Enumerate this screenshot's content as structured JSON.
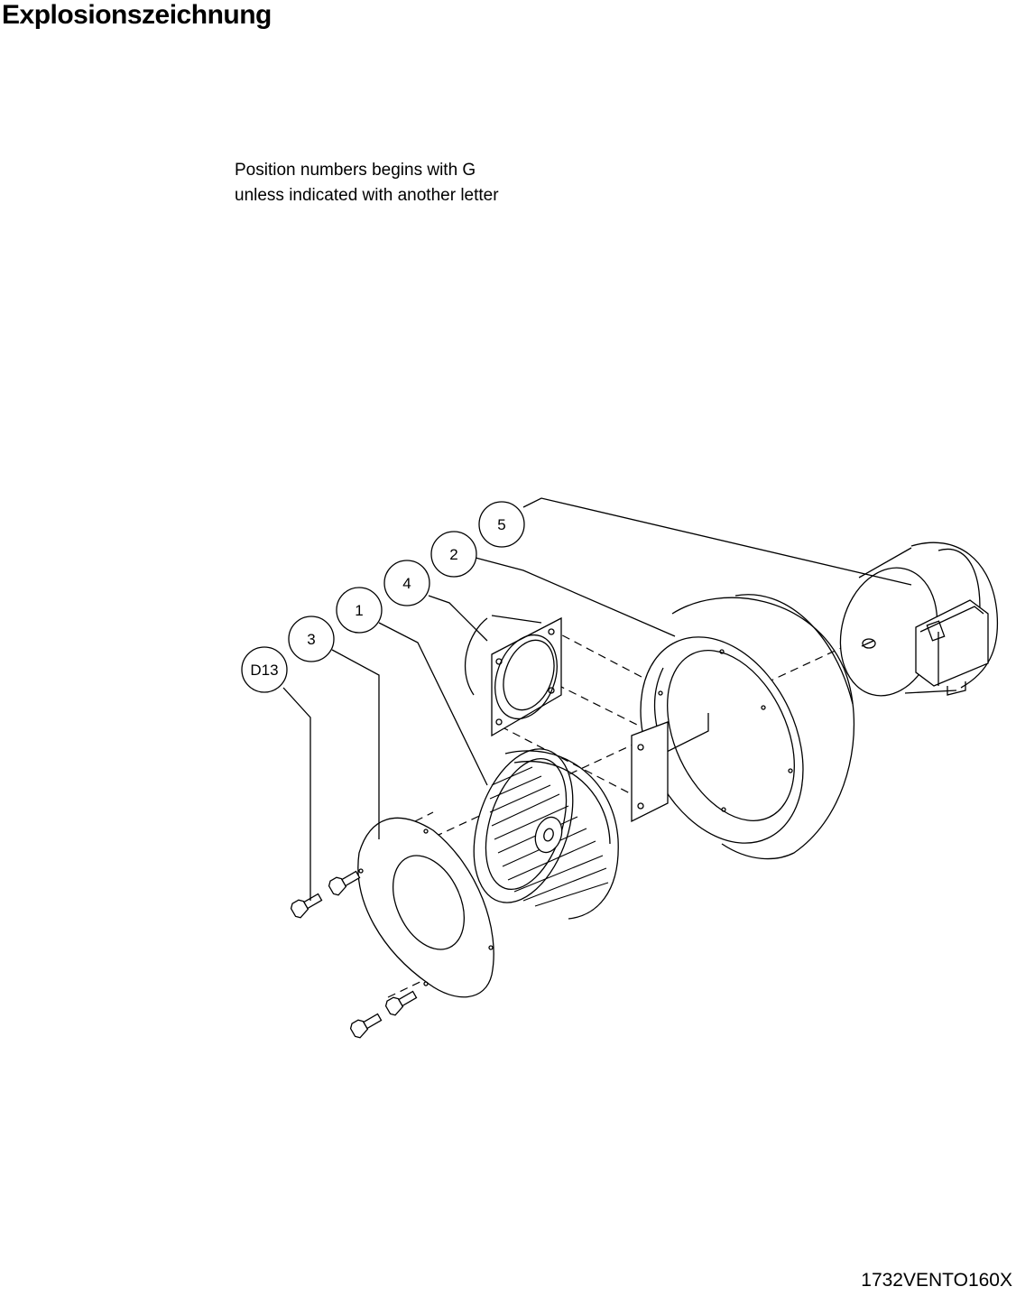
{
  "page": {
    "title": "Explosionszeichnung",
    "note_lines": [
      "Position numbers begins with G",
      "unless indicated with another letter"
    ],
    "document_id": "1732VENTO160X"
  },
  "diagram": {
    "callouts": [
      {
        "id": "5",
        "part": "motor"
      },
      {
        "id": "2",
        "part": "fan-housing"
      },
      {
        "id": "4",
        "part": "inlet-plate"
      },
      {
        "id": "1",
        "part": "impeller"
      },
      {
        "id": "3",
        "part": "cover-ring"
      },
      {
        "id": "D13",
        "part": "bolts"
      }
    ]
  }
}
